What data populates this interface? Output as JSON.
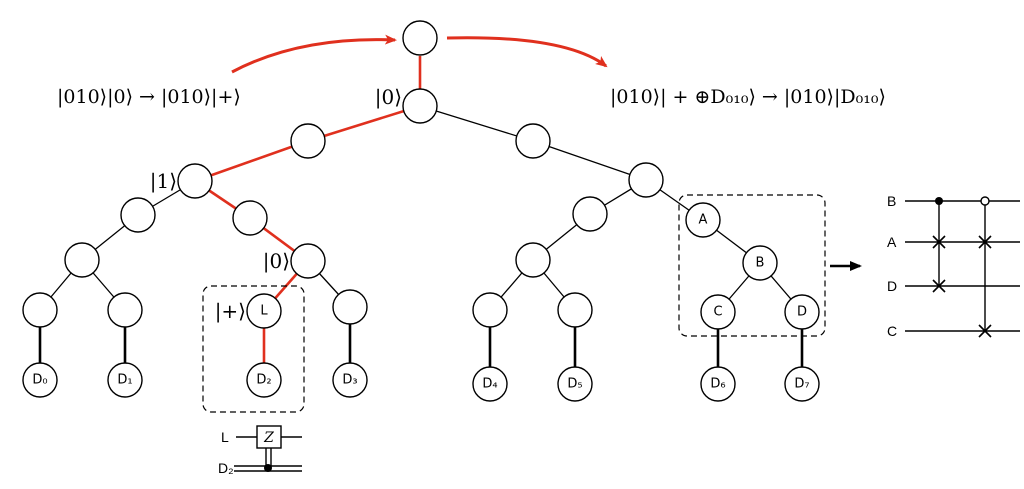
{
  "equations": {
    "left": "|010⟩|0⟩ → |010⟩|+⟩",
    "right": "|010⟩| + ⊕D₀₁₀⟩ → |010⟩|D₀₁₀⟩"
  },
  "state_labels": {
    "s0": "|0⟩",
    "s1": "|1⟩",
    "s2": "|0⟩",
    "s3": "|+⟩"
  },
  "nodes": {
    "L": "L",
    "A": "A",
    "B": "B",
    "C": "C",
    "D": "D"
  },
  "leaves": [
    "D₀",
    "D₁",
    "D₂",
    "D₃",
    "D₄",
    "D₅",
    "D₆",
    "D₇"
  ],
  "swap_circuit": {
    "wires": [
      "B",
      "A",
      "D",
      "C"
    ]
  },
  "small_circuit": {
    "wire_l": "L",
    "wire_d": "D₂",
    "gate": "Z"
  },
  "colors": {
    "highlight": "#e0301e",
    "line": "#000000"
  }
}
